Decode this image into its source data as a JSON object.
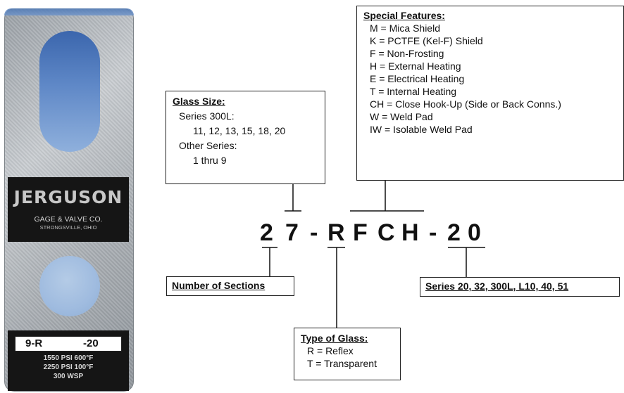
{
  "nameplate": {
    "brand": "JERGUSON",
    "company": "GAGE & VALVE CO.",
    "location": "STRONGSVILLE, OHIO",
    "model_left": "9-R",
    "model_right": "-20",
    "ratings": [
      "1550 PSI 600°F",
      "2250 PSI 100°F",
      "300 WSP"
    ]
  },
  "special_features": {
    "title": "Special Features:",
    "items": [
      "M = Mica Shield",
      "K = PCTFE (Kel-F) Shield",
      "F = Non-Frosting",
      "H = External Heating",
      "E = Electrical Heating",
      "T = Internal Heating",
      "CH = Close Hook-Up (Side or Back Conns.)",
      "W = Weld Pad",
      "IW = Isolable Weld Pad"
    ]
  },
  "glass_size": {
    "title": "Glass Size:",
    "series1_label": "Series 300L:",
    "series1_values": "11, 12, 13, 15, 18, 20",
    "series2_label": "Other Series:",
    "series2_values": "1 thru 9"
  },
  "code": [
    "2",
    "7",
    "-",
    "R",
    "F",
    "C",
    "H",
    "-",
    "2",
    "0"
  ],
  "number_of_sections": "Number of Sections",
  "series": "Series 20, 32, 300L, L10, 40, 51",
  "type_of_glass": {
    "title": "Type of Glass:",
    "items": [
      "R = Reflex",
      "T = Transparent"
    ]
  }
}
